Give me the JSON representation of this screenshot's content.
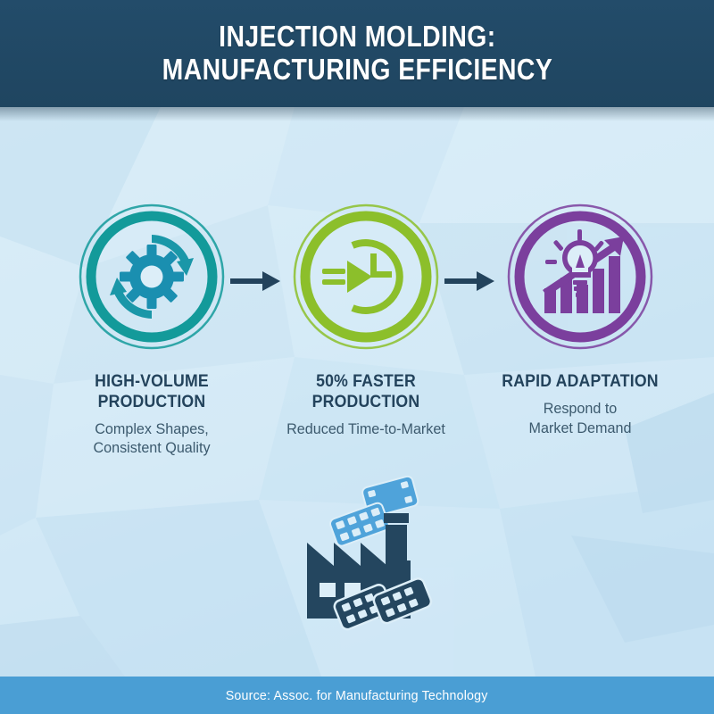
{
  "header": {
    "title": "INJECTION MOLDING:\nMANUFACTURING EFFICIENCY",
    "background_color": "#234c6a",
    "text_color": "#ffffff"
  },
  "steps": [
    {
      "icon_name": "gear-cycle-icon",
      "title": "HIGH-VOLUME\nPRODUCTION",
      "subtitle": "Complex Shapes,\nConsistent Quality",
      "accent_color": "#139a9a"
    },
    {
      "icon_name": "fast-clock-icon",
      "title": "50% FASTER\nPRODUCTION",
      "subtitle": "Reduced Time-to-Market",
      "accent_color": "#8cbf2b"
    },
    {
      "icon_name": "lightbulb-growth-chart-icon",
      "title": "RAPID ADAPTATION",
      "subtitle": "Respond to\nMarket Demand",
      "accent_color": "#7b3f9d"
    }
  ],
  "arrows": [
    {
      "name": "arrow-step1-to-step2",
      "color": "#23435c"
    },
    {
      "name": "arrow-step2-to-step3",
      "color": "#23435c"
    }
  ],
  "illustration": {
    "name": "factory-illustration",
    "dark_color": "#24465f",
    "light_color": "#4fa3da"
  },
  "footer": {
    "source_text": "Source: Assoc. for Manufacturing Technology",
    "background_color": "#4a9ed4",
    "text_color": "#ffffff"
  },
  "background": {
    "base_color": "#cfe6f3",
    "style": "low-poly"
  }
}
